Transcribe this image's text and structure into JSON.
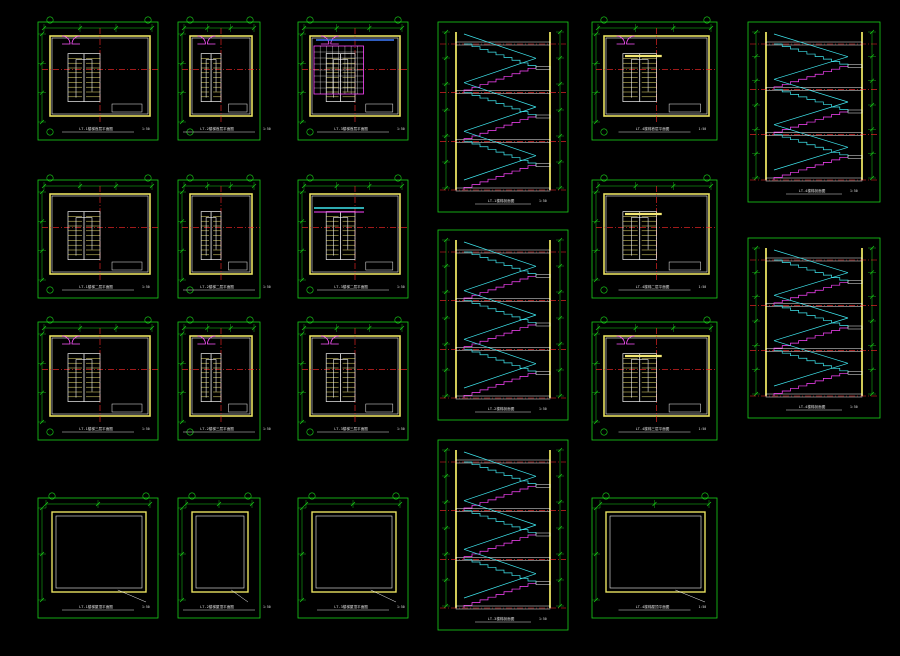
{
  "drawing": {
    "background": "#000000",
    "palette": {
      "frame": "#19d219",
      "wall": "#f2f2f2",
      "hatch": "#e8e060",
      "axis": "#ff2a2a",
      "dim": "#19d219",
      "stair": "#f4e873",
      "rail_cyan": "#3fe6ee",
      "rail_magenta": "#ff44ff",
      "door": "#ff55ff",
      "slab_blue": "#3f7cff",
      "label": "#e0e0e0"
    },
    "sheets": [
      {
        "id": "LT1-plan-1",
        "kind": "plan",
        "col": 0,
        "row": 0,
        "caption": "LT-1楼梯首层平面图",
        "scale": "1:50"
      },
      {
        "id": "LT1-plan-2",
        "kind": "plan",
        "col": 0,
        "row": 1,
        "caption": "LT-1楼梯二层平面图",
        "scale": "1:50"
      },
      {
        "id": "LT1-plan-3",
        "kind": "plan",
        "col": 0,
        "row": 2,
        "caption": "LT-1楼梯三层平面图",
        "scale": "1:50"
      },
      {
        "id": "LT1-roof",
        "kind": "roof",
        "col": 0,
        "row": 3,
        "caption": "LT-1楼梯屋顶平面图",
        "scale": "1:50"
      },
      {
        "id": "LT2-plan-1",
        "kind": "plan",
        "col": 1,
        "row": 0,
        "caption": "LT-2楼梯首层平面图",
        "scale": "1:50"
      },
      {
        "id": "LT2-plan-2",
        "kind": "plan",
        "col": 1,
        "row": 1,
        "caption": "LT-2楼梯二层平面图",
        "scale": "1:50"
      },
      {
        "id": "LT2-plan-3",
        "kind": "plan",
        "col": 1,
        "row": 2,
        "caption": "LT-2楼梯三层平面图",
        "scale": "1:50"
      },
      {
        "id": "LT2-roof",
        "kind": "roof",
        "col": 1,
        "row": 3,
        "caption": "LT-2楼梯屋顶平面图",
        "scale": "1:50"
      },
      {
        "id": "LT3-plan-1",
        "kind": "plan",
        "col": 2,
        "row": 0,
        "caption": "LT-3楼梯首层平面图",
        "scale": "1:50"
      },
      {
        "id": "LT3-plan-2",
        "kind": "plan",
        "col": 2,
        "row": 1,
        "caption": "LT-3楼梯二层平面图",
        "scale": "1:50"
      },
      {
        "id": "LT3-plan-3",
        "kind": "plan",
        "col": 2,
        "row": 2,
        "caption": "LT-3楼梯三层平面图",
        "scale": "1:50"
      },
      {
        "id": "LT3-roof",
        "kind": "roof",
        "col": 2,
        "row": 3,
        "caption": "LT-3楼梯屋顶平面图",
        "scale": "1:50"
      },
      {
        "id": "LT1-section",
        "kind": "section",
        "col": 3,
        "row": 0,
        "caption": "LT-1楼梯剖面图",
        "scale": "1:50"
      },
      {
        "id": "LT2-section",
        "kind": "section",
        "col": 3,
        "row": 1,
        "caption": "LT-2楼梯剖面图",
        "scale": "1:50"
      },
      {
        "id": "LT3-section",
        "kind": "section",
        "col": 3,
        "row": 2,
        "caption": "LT-3楼梯剖面图",
        "scale": "1:50"
      },
      {
        "id": "LT4-plan-1",
        "kind": "plan",
        "col": 4,
        "row": 0,
        "caption": "LT-4楼梯首层平面图",
        "scale": "1:50"
      },
      {
        "id": "LT4-plan-2",
        "kind": "plan",
        "col": 4,
        "row": 1,
        "caption": "LT-4楼梯二层平面图",
        "scale": "1:50"
      },
      {
        "id": "LT4-plan-3",
        "kind": "plan",
        "col": 4,
        "row": 2,
        "caption": "LT-4楼梯三层平面图",
        "scale": "1:50"
      },
      {
        "id": "LT4-roof",
        "kind": "roof",
        "col": 4,
        "row": 3,
        "caption": "LT-4楼梯屋顶平面图",
        "scale": "1:50"
      },
      {
        "id": "LT4-section-a",
        "kind": "section",
        "col": 5,
        "row": 0,
        "caption": "LT-4楼梯剖面图",
        "scale": "1:50"
      },
      {
        "id": "LT4-section-b",
        "kind": "section",
        "col": 5,
        "row": 1,
        "caption": "LT-4楼梯剖面图",
        "scale": "1:50"
      }
    ]
  }
}
